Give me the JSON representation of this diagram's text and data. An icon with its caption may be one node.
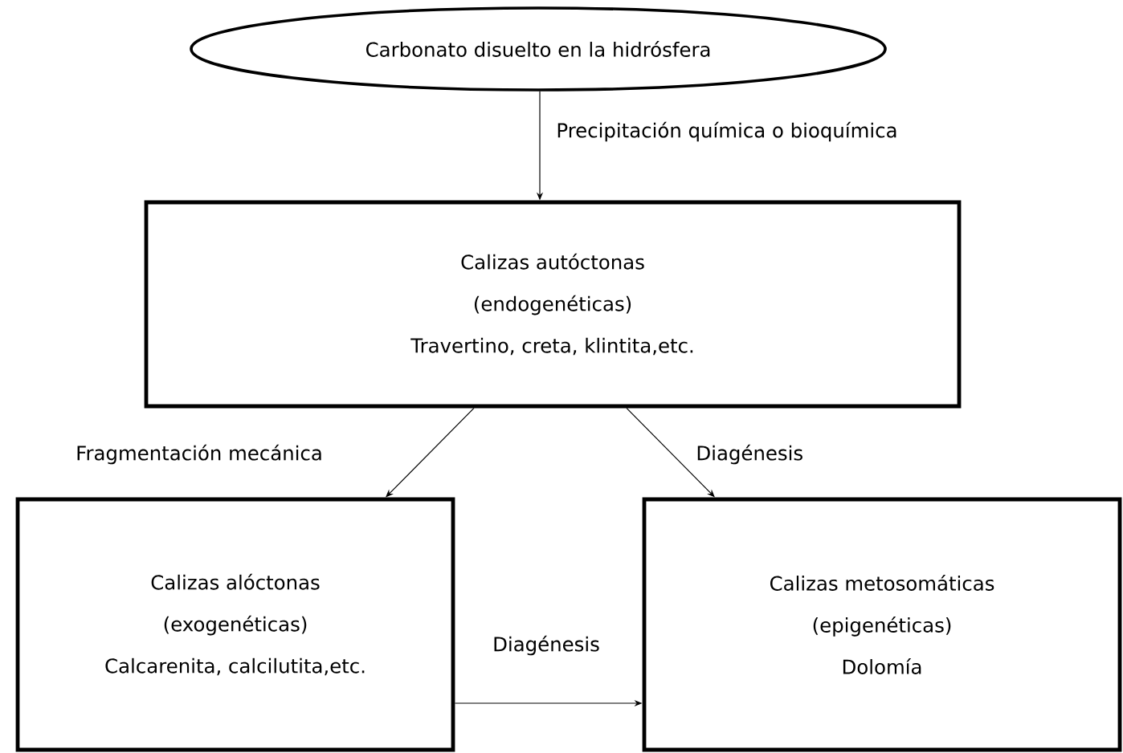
{
  "diagram": {
    "nodes": [
      {
        "text": [
          "Carbonato disuelto en la hidrósfera"
        ]
      },
      {
        "text": [
          "Calizas autóctonas",
          "(endogenéticas)",
          "Travertino, creta, klintita,etc."
        ]
      },
      {
        "text": [
          "Calizas alóctonas",
          "(exogenéticas)",
          "Calcarenita, calcilutita,etc."
        ]
      },
      {
        "text": [
          "Calizas metosomáticas",
          "(epigenéticas)",
          "Dolomía"
        ]
      }
    ],
    "edges": [
      {
        "from": 0,
        "to": 1,
        "arrow": "to",
        "label": "Precipitación química o bioquímica"
      },
      {
        "from": 1,
        "to": 2,
        "arrow": "to",
        "label": "Fragmentación mecánica"
      },
      {
        "from": 1,
        "to": 3,
        "arrow": "to",
        "label": "Diagénesis"
      },
      {
        "from": 2,
        "to": 3,
        "arrow": "to",
        "label": "Diagénesis"
      }
    ]
  }
}
